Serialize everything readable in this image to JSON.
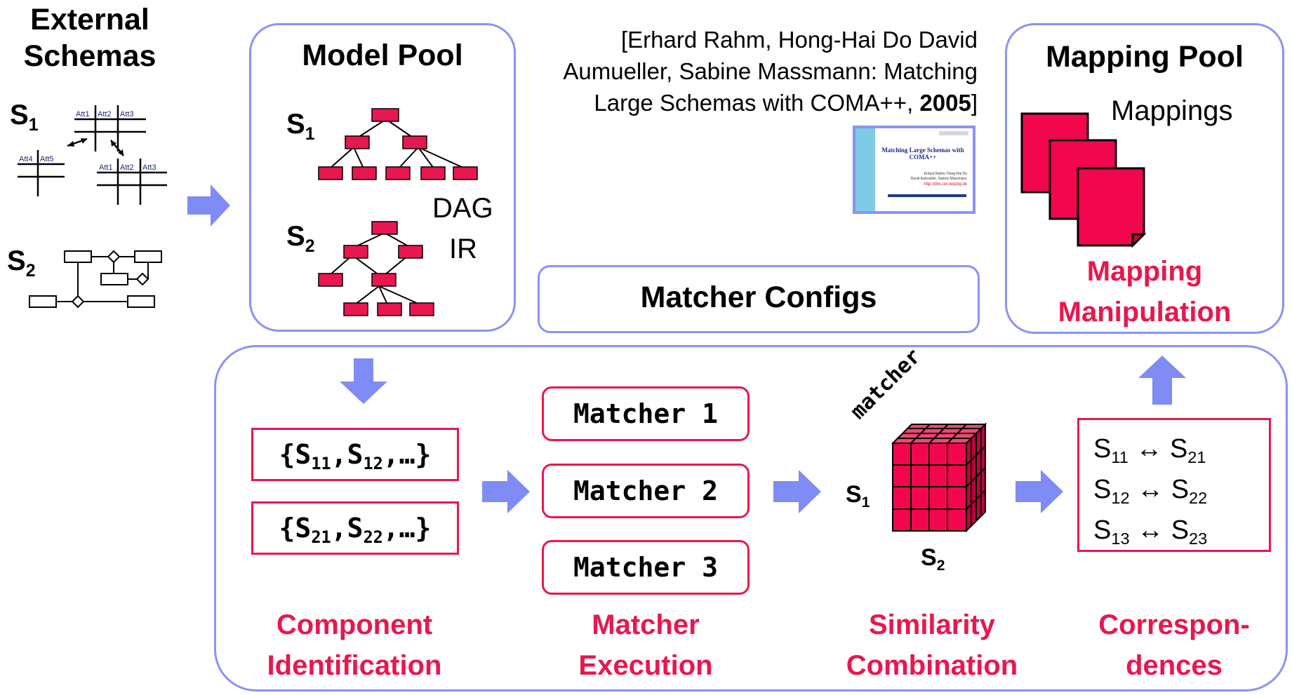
{
  "external_schemas": {
    "title_line1": "External",
    "title_line2": "Schemas",
    "s1": "S",
    "s1_sub": "1",
    "s2": "S",
    "s2_sub": "2",
    "attrs_top": [
      "Att1",
      "Att2",
      "Att3"
    ],
    "attrs_left": [
      "Att4",
      "Att5"
    ],
    "attrs_right": [
      "Att1",
      "Att2",
      "Att3"
    ]
  },
  "model_pool": {
    "title": "Model Pool",
    "s1": "S",
    "s1_sub": "1",
    "s2": "S",
    "s2_sub": "2",
    "dag": "DAG",
    "ir": "IR"
  },
  "citation": {
    "line1": "[Erhard Rahm, Hong-Hai Do David",
    "line2": "Aumueller, Sabine Massmann: Matching",
    "line3_prefix": "Large Schemas with COMA++, ",
    "year": "2005",
    "line3_suffix": "]",
    "thumb_title": "Matching Large Schemas with COMA++",
    "thumb_authors1": "Erhard Rahm, Hong-Hai Do",
    "thumb_authors2": "David Aumueller, Sabine Massmann",
    "thumb_url": "http://dbs.uni-leipzig.de"
  },
  "mapping_pool": {
    "title": "Mapping Pool",
    "mappings": "Mappings",
    "manip_line1": "Mapping",
    "manip_line2": "Manipulation"
  },
  "matcher_configs": "Matcher Configs",
  "components": {
    "set1": {
      "open": "{S",
      "a_sub": "11",
      "comma": ",S",
      "b_sub": "12",
      "close": ",…}"
    },
    "set2": {
      "open": "{S",
      "a_sub": "21",
      "comma": ",S",
      "b_sub": "22",
      "close": ",…}"
    }
  },
  "matchers": [
    "Matcher 1",
    "Matcher 2",
    "Matcher 3"
  ],
  "cube": {
    "matcher": "matcher",
    "s1": "S",
    "s1_sub": "1",
    "s2": "S",
    "s2_sub": "2"
  },
  "correspondences": [
    {
      "a": "S",
      "a_sub": "11",
      "arrow": "↔",
      "b": "S",
      "b_sub": "21"
    },
    {
      "a": "S",
      "a_sub": "12",
      "arrow": "↔",
      "b": "S",
      "b_sub": "22"
    },
    {
      "a": "S",
      "a_sub": "13",
      "arrow": "↔",
      "b": "S",
      "b_sub": "23"
    }
  ],
  "stages": {
    "component": [
      "Component",
      "Identification"
    ],
    "matcher": [
      "Matcher",
      "Execution"
    ],
    "similarity": [
      "Similarity",
      "Combination"
    ],
    "correspondences": [
      "Correspon-",
      "dences"
    ]
  },
  "colors": {
    "accent_red": "#e8174f",
    "panel_blue": "#8b93f4",
    "arrow_blue": "#7f8cf5"
  }
}
